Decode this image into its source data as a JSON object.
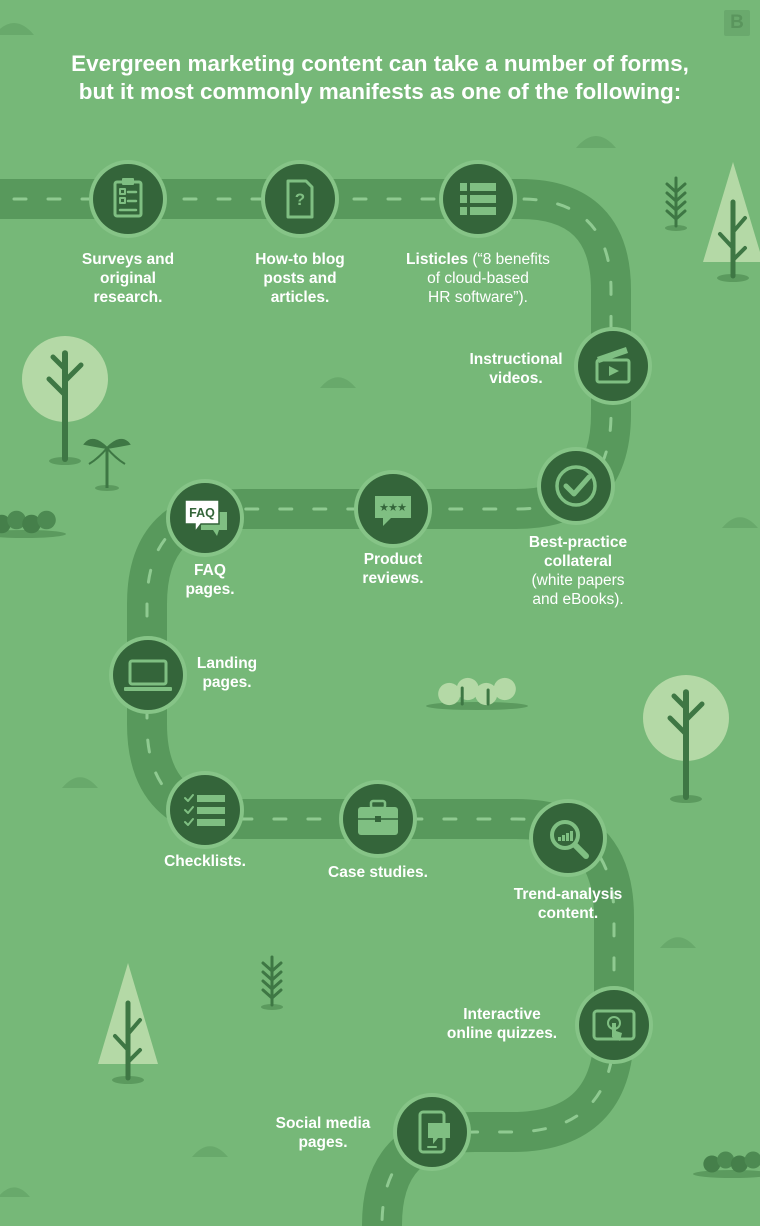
{
  "title": {
    "line1": "Evergreen marketing content can take a number of forms,",
    "line2": "but it most commonly manifests as one of the following:"
  },
  "logo": {
    "letter": "B"
  },
  "colors": {
    "background": "#76b878",
    "road": "#58995c",
    "road_dash": "#8fca91",
    "node": "#34653a",
    "node_ring": "#86c487",
    "icon": "#7fbf82",
    "tree_dark": "#3e7744",
    "tree_light": "#b4d9a6"
  },
  "items": [
    {
      "id": "surveys",
      "icon": "clipboard-icon",
      "lines": [
        [
          "Surveys and",
          ""
        ],
        [
          "original",
          ""
        ],
        [
          "research.",
          ""
        ]
      ]
    },
    {
      "id": "howto",
      "icon": "question-document-icon",
      "lines": [
        [
          "How-to blog",
          ""
        ],
        [
          "posts and",
          ""
        ],
        [
          "articles.",
          ""
        ]
      ]
    },
    {
      "id": "listicles",
      "icon": "list-icon",
      "lines": [
        [
          "Listicles",
          " (“8 benefits"
        ],
        [
          "",
          "of cloud-based"
        ],
        [
          "",
          "HR software”)."
        ]
      ]
    },
    {
      "id": "videos",
      "icon": "clapperboard-icon",
      "lines": [
        [
          "Instructional",
          ""
        ],
        [
          "videos.",
          ""
        ]
      ]
    },
    {
      "id": "collateral",
      "icon": "checkmark-icon",
      "lines": [
        [
          "Best-practice",
          ""
        ],
        [
          "collateral",
          ""
        ],
        [
          "",
          "(white papers"
        ],
        [
          "",
          "and eBooks)."
        ]
      ]
    },
    {
      "id": "reviews",
      "icon": "review-stars-icon",
      "lines": [
        [
          "Product",
          ""
        ],
        [
          "reviews.",
          ""
        ]
      ]
    },
    {
      "id": "faq",
      "icon": "faq-bubble-icon",
      "badge": "FAQ",
      "lines": [
        [
          "FAQ",
          ""
        ],
        [
          "pages.",
          ""
        ]
      ]
    },
    {
      "id": "landing",
      "icon": "laptop-icon",
      "lines": [
        [
          "Landing",
          ""
        ],
        [
          "pages.",
          ""
        ]
      ]
    },
    {
      "id": "checklists",
      "icon": "checklist-icon",
      "lines": [
        [
          "Checklists.",
          ""
        ]
      ]
    },
    {
      "id": "casestudies",
      "icon": "briefcase-icon",
      "lines": [
        [
          "Case studies.",
          ""
        ]
      ]
    },
    {
      "id": "trend",
      "icon": "magnifier-chart-icon",
      "lines": [
        [
          "Trend-analysis",
          ""
        ],
        [
          "content.",
          ""
        ]
      ]
    },
    {
      "id": "quizzes",
      "icon": "tablet-tap-icon",
      "lines": [
        [
          "Interactive",
          ""
        ],
        [
          "online quizzes.",
          ""
        ]
      ]
    },
    {
      "id": "social",
      "icon": "phone-chat-icon",
      "lines": [
        [
          "Social media",
          ""
        ],
        [
          "pages.",
          ""
        ]
      ]
    }
  ]
}
